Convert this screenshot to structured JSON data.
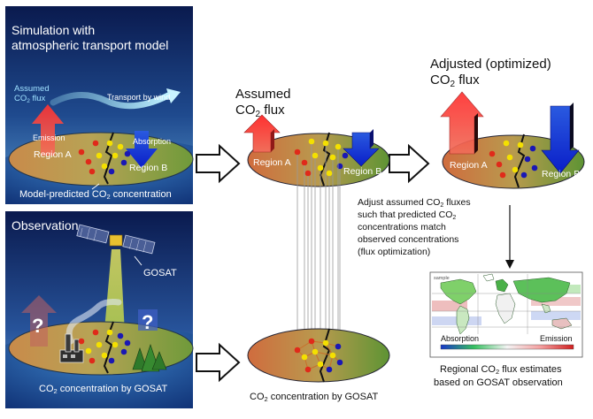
{
  "panel_top": {
    "title_line1": "Simulation with",
    "title_line2": "atmospheric transport model",
    "assumed_flux_line1": "Assumed",
    "assumed_flux_line2": "CO",
    "assumed_flux_sub": "2",
    "assumed_flux_line2_end": " flux",
    "transport_label": "Transport by wind",
    "emission_label": "Emission",
    "absorption_label": "Absorption",
    "region_a": "Region A",
    "region_b": "Region B",
    "predicted_pre": "Model-predicted CO",
    "predicted_sub": "2",
    "predicted_post": " concentration"
  },
  "panel_bottom": {
    "title": "Observation",
    "satellite_label": "GOSAT",
    "question_mark": "?",
    "gosat_pre": "CO",
    "gosat_sub": "2",
    "gosat_post": " concentration by GOSAT"
  },
  "middle": {
    "assumed_line1": "Assumed",
    "assumed_pre": "CO",
    "assumed_sub": "2",
    "assumed_post": " flux",
    "region_a": "Region A",
    "region_b": "Region B",
    "obs_pre": "CO",
    "obs_sub": "2",
    "obs_post": " concentration by GOSAT"
  },
  "right": {
    "adjusted_line1": "Adjusted (optimized)",
    "adjusted_pre": "CO",
    "adjusted_sub": "2",
    "adjusted_post": " flux",
    "region_a": "Region A",
    "region_b": "Region B",
    "adjust_line1_pre": "Adjust assumed CO",
    "adjust_line1_sub": "2",
    "adjust_line1_post": " fluxes",
    "adjust_line2_pre": "such that predicted CO",
    "adjust_line2_sub": "2",
    "adjust_line3": "concentrations match",
    "adjust_line4": "observed concentrations",
    "adjust_line5": "(flux optimization)",
    "map_corner_label": "sample",
    "map_absorption": "Absorption",
    "map_emission": "Emission",
    "caption_line1_pre": "Regional CO",
    "caption_line1_sub": "2",
    "caption_line1_post": " flux estimates",
    "caption_line2": "based on GOSAT observation"
  },
  "colors": {
    "emission": "#f0403c",
    "absorption": "#1e3ad8",
    "sky_dark": "#0b1f5a",
    "sky_light": "#3c7ab8",
    "dot_red": "#e02a1a",
    "dot_yellow": "#f4e000",
    "dot_blue": "#1a18b4"
  }
}
